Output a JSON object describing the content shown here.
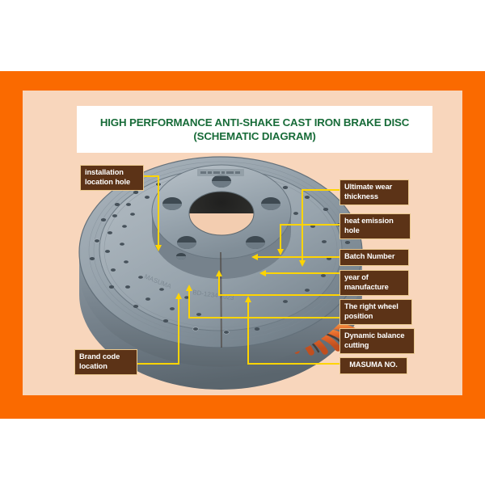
{
  "colors": {
    "frame_orange": "#fa6a00",
    "panel_peach": "#f8d6bc",
    "title_green": "#176b38",
    "label_brown": "#5c3317",
    "label_border": "#e9c88e",
    "leader_yellow": "#ffd400",
    "disc_gray": "#8e9aa3",
    "vane_orange": "#e8682a",
    "page_white": "#ffffff"
  },
  "title": {
    "line1": "HIGH PERFORMANCE ANTI-SHAKE CAST IRON BRAKE DISC",
    "line2": "(SCHEMATIC DIAGRAM)"
  },
  "labels": [
    {
      "id": "installation-location-hole",
      "text": "installation\nlocation hole"
    },
    {
      "id": "ultimate-wear-thickness",
      "text": "Ultimate wear\nthickness"
    },
    {
      "id": "heat-emission-hole",
      "text": "heat emission\nhole"
    },
    {
      "id": "batch-number",
      "text": "Batch Number"
    },
    {
      "id": "year-of-manufacture",
      "text": "year of\nmanufacture"
    },
    {
      "id": "the-right-wheel-position",
      "text": "The right wheel\nposition"
    },
    {
      "id": "dynamic-balance-cutting",
      "text": "Dynamic balance\ncutting"
    },
    {
      "id": "masuma-no",
      "text": "MASUMA NO."
    },
    {
      "id": "brand-code-location",
      "text": "Brand code\nlocation"
    }
  ],
  "diagram": {
    "subject": "vented cross-drilled cast iron brake disc rotor",
    "vane_count": 14,
    "lug_hole_count": 5,
    "view": "three-quarter cutaway"
  }
}
